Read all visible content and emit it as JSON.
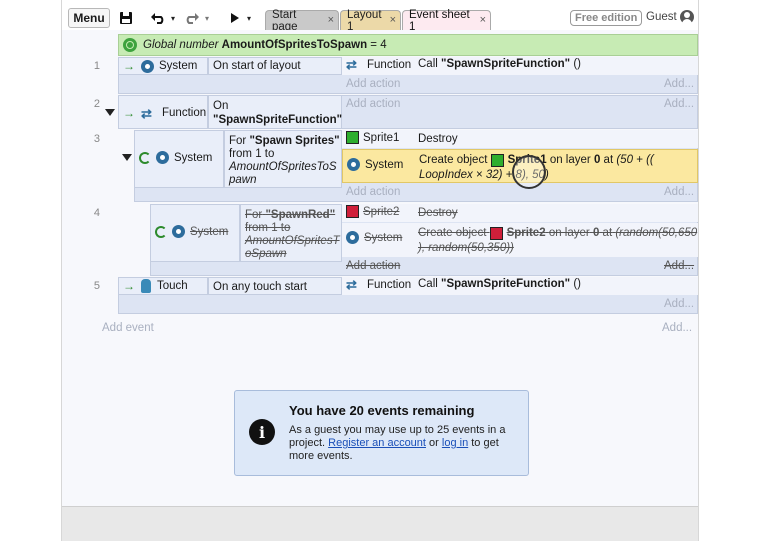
{
  "toolbar": {
    "menu_label": "Menu",
    "icons": [
      "save-icon",
      "undo-icon",
      "redo-icon",
      "play-icon"
    ],
    "tabs": [
      {
        "label": "Start page",
        "state": "inactive"
      },
      {
        "label": "Layout 1",
        "state": "inactive"
      },
      {
        "label": "Event sheet 1",
        "state": "active"
      }
    ],
    "close_glyph": "×",
    "badge": "Free edition",
    "user": "Guest"
  },
  "global_var": {
    "prefix": "Global number",
    "name": "AmountOfSpritesToSpawn",
    "suffix": "= 4"
  },
  "events": [
    {
      "num": "1",
      "cond_object": "System",
      "cond_text": "On start of layout",
      "act_object": "Function",
      "act_text_prefix": "Call",
      "act_text_bold": "\"SpawnSpriteFunction\"",
      "act_text_suffix": "()",
      "add_action": "Add action",
      "add_right": "Add..."
    },
    {
      "num": "2",
      "cond_object": "Function",
      "cond_text_line1": "On",
      "cond_text_line2": "\"SpawnSpriteFunction\"",
      "add_action": "Add action",
      "add_right": "Add..."
    },
    {
      "num": "3",
      "cond_object": "System",
      "cond_for": "For",
      "cond_for_name": "\"Spawn Sprites\"",
      "cond_from": "from 1 to",
      "cond_var_line1": "AmountOfSpritesToS",
      "cond_var_line2": "pawn",
      "act1_object": "Sprite1",
      "act1_text": "Destroy",
      "act2_object": "System",
      "act2_prefix": "Create object",
      "act2_sprite": "Sprite1",
      "act2_mid": "on layer",
      "act2_layer": "0",
      "act2_at": "at",
      "act2_x": "(50 + ((",
      "act2_line2": "LoopIndex × 32) + 8), 50)",
      "add_action": "Add action",
      "add_right": "Add..."
    },
    {
      "num": "4",
      "cond_object": "System",
      "cond_for": "For",
      "cond_for_name": "\"SpawnRed\"",
      "cond_from": "from 1 to",
      "cond_var_line1": "AmountOfSpritesT",
      "cond_var_line2": "oSpawn",
      "act1_object": "Sprite2",
      "act1_text": "Destroy",
      "act2_object": "System",
      "act2_prefix": "Create object",
      "act2_sprite": "Sprite2",
      "act2_mid": "on layer",
      "act2_layer": "0",
      "act2_at": "at",
      "act2_x": "(random(50,650",
      "act2_line2": "), random(50,350))",
      "add_action": "Add action",
      "add_right": "Add...",
      "disabled": true
    },
    {
      "num": "5",
      "cond_object": "Touch",
      "cond_text": "On any touch start",
      "act_object": "Function",
      "act_text_prefix": "Call",
      "act_text_bold": "\"SpawnSpriteFunction\"",
      "act_text_suffix": "()",
      "add_right": "Add..."
    }
  ],
  "add_event": "Add event",
  "add_event_right": "Add...",
  "notice": {
    "title": "You have 20 events remaining",
    "body_prefix": "As a guest you may use up to 25 events in a project.",
    "link_register": "Register an account",
    "or": "or",
    "link_login": "log in",
    "body_suffix": "to get more events."
  },
  "colors": {
    "global_bg": "#c7ebb4",
    "event_bg": "#dde4f3",
    "highlight": "#fbe8a0",
    "sprite1": "#2eae2e",
    "sprite2": "#cf1f3a"
  }
}
